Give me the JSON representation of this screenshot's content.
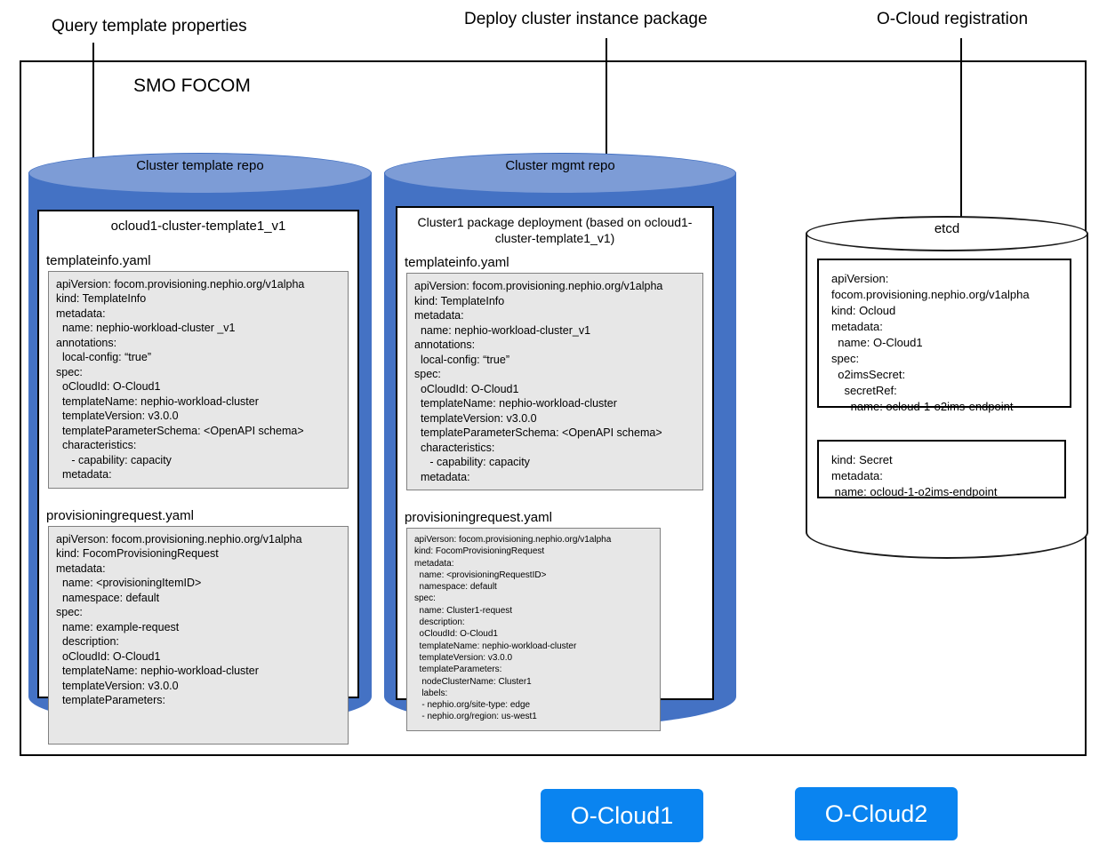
{
  "callouts": [
    {
      "label": "Query template properties",
      "name": "callout-query-template-properties"
    },
    {
      "label": "Deploy cluster instance package",
      "name": "callout-deploy-cluster-instance-package"
    },
    {
      "label": "O-Cloud registration",
      "name": "callout-ocloud-registration"
    }
  ],
  "frame": {
    "title": "SMO FOCOM"
  },
  "repos": {
    "template_repo": {
      "cylinder_label": "Cluster template repo",
      "panel_title": "ocloud1-cluster-template1_v1",
      "files": [
        {
          "name": "templateinfo.yaml",
          "content": "apiVersion: focom.provisioning.nephio.org/v1alpha\nkind: TemplateInfo\nmetadata:\n  name: nephio-workload-cluster _v1\nannotations:\n  local-config: “true”\nspec:\n  oCloudId: O-Cloud1\n  templateName: nephio-workload-cluster\n  templateVersion: v3.0.0\n  templateParameterSchema: <OpenAPI schema>\n  characteristics:\n     - capability: capacity\n  metadata:"
        },
        {
          "name": "provisioningrequest.yaml",
          "content": "apiVerson: focom.provisioning.nephio.org/v1alpha\nkind: FocomProvisioningRequest\nmetadata:\n  name: <provisioningItemID>\n  namespace: default\nspec:\n  name: example-request\n  description:\n  oCloudId: O-Cloud1\n  templateName: nephio-workload-cluster\n  templateVersion: v3.0.0\n  templateParameters:"
        }
      ]
    },
    "mgmt_repo": {
      "cylinder_label": "Cluster mgmt repo",
      "panel_title": "Cluster1 package deployment (based on ocloud1-cluster-template1_v1)",
      "files": [
        {
          "name": "templateinfo.yaml",
          "content": "apiVersion: focom.provisioning.nephio.org/v1alpha\nkind: TemplateInfo\nmetadata:\n  name: nephio-workload-cluster_v1\nannotations:\n  local-config: “true”\nspec:\n  oCloudId: O-Cloud1\n  templateName: nephio-workload-cluster\n  templateVersion: v3.0.0\n  templateParameterSchema: <OpenAPI schema>\n  characteristics:\n     - capability: capacity\n  metadata:"
        },
        {
          "name": "provisioningrequest.yaml",
          "content": "apiVerson: focom.provisioning.nephio.org/v1alpha\nkind: FocomProvisioningRequest\nmetadata:\n  name: <provisioningRequestID>\n  namespace: default\nspec:\n  name: Cluster1-request\n  description:\n  oCloudId: O-Cloud1\n  templateName: nephio-workload-cluster\n  templateVersion: v3.0.0\n  templateParameters:\n   nodeClusterName: Cluster1\n   labels:\n   - nephio.org/site-type: edge\n   - nephio.org/region: us-west1"
        }
      ]
    },
    "etcd": {
      "cylinder_label": "etcd",
      "records": [
        {
          "content": "apiVersion:\nfocom.provisioning.nephio.org/v1alpha\nkind: Ocloud\nmetadata:\n  name: O-Cloud1\nspec:\n  o2imsSecret:\n    secretRef:\n      name: ocloud-1-o2ims-endpoint"
        },
        {
          "content": "kind: Secret\nmetadata:\n name: ocloud-1-o2ims-endpoint"
        }
      ]
    }
  },
  "oclouds": [
    {
      "label": "O-Cloud1",
      "name": "ocloud1-button"
    },
    {
      "label": "O-Cloud2",
      "name": "ocloud2-button"
    }
  ],
  "colors": {
    "cylinder_body": "#4472C4",
    "cylinder_top": "#7D9CD6",
    "yaml_background": "#E7E7E7",
    "ocloud_button": "#0A84F0",
    "stroke": "#000000"
  }
}
